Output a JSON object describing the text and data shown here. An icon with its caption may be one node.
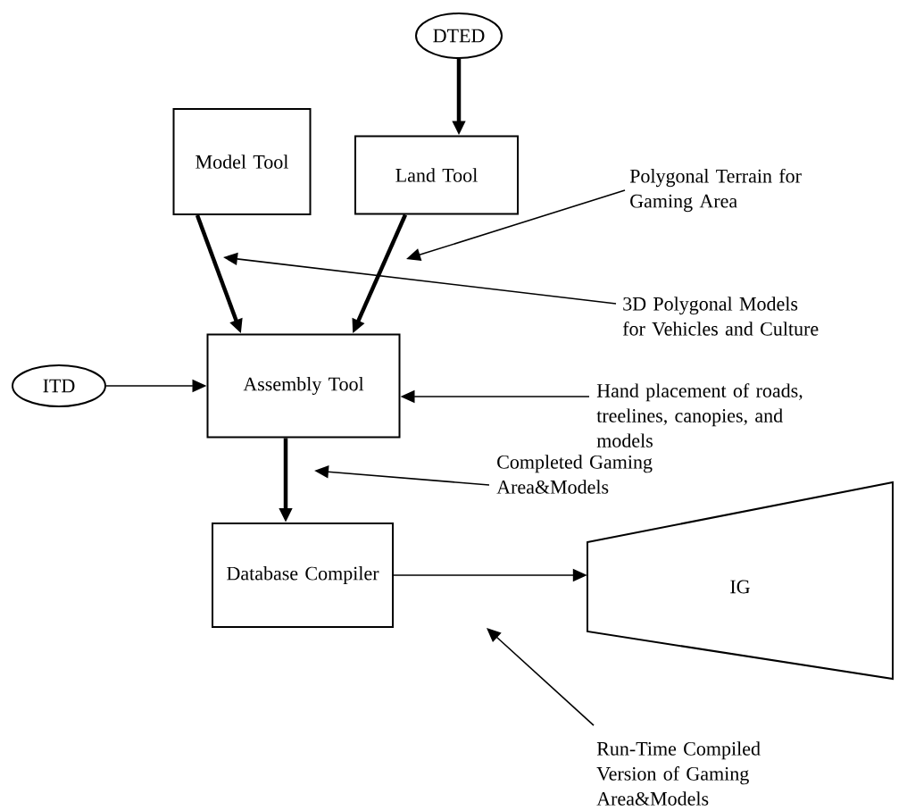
{
  "diagram": {
    "nodes": [
      {
        "text": [
          "DTED"
        ]
      },
      {
        "text": [
          "Model Tool"
        ]
      },
      {
        "text": [
          "Land Tool"
        ]
      },
      {
        "text": [
          "Assembly Tool"
        ]
      },
      {
        "text": [
          "ITD"
        ]
      },
      {
        "text": [
          "Database Compiler"
        ]
      },
      {
        "text": [
          "IG"
        ]
      },
      {
        "text": [
          "Polygonal Terrain for Gaming Area"
        ]
      },
      {
        "text": [
          "3D Polygonal Models for Vehicles and Culture"
        ]
      },
      {
        "text": [
          "Hand placement of roads, treelines, canopies, and models"
        ]
      },
      {
        "text": [
          "Completed Gaming Area&Models"
        ]
      },
      {
        "text": [
          "Run-Time Compiled Version of Gaming Area&Models"
        ]
      }
    ],
    "edges": [
      {
        "from": 0,
        "to": 2,
        "arrow": "to",
        "style": "thick"
      },
      {
        "from": 1,
        "to": 3,
        "arrow": "to",
        "style": "thick"
      },
      {
        "from": 2,
        "to": 3,
        "arrow": "to",
        "style": "thick"
      },
      {
        "from": 4,
        "to": 3,
        "arrow": "to"
      },
      {
        "from": 3,
        "to": 5,
        "arrow": "to",
        "style": "thick"
      },
      {
        "from": 5,
        "to": 6,
        "arrow": "to"
      },
      {
        "from": 7,
        "to": null,
        "arrow": "to"
      },
      {
        "from": 8,
        "to": null,
        "arrow": "to"
      },
      {
        "from": 9,
        "to": 3,
        "arrow": "to"
      },
      {
        "from": 10,
        "to": null,
        "arrow": "to"
      },
      {
        "from": 11,
        "to": null,
        "arrow": "to"
      }
    ]
  }
}
